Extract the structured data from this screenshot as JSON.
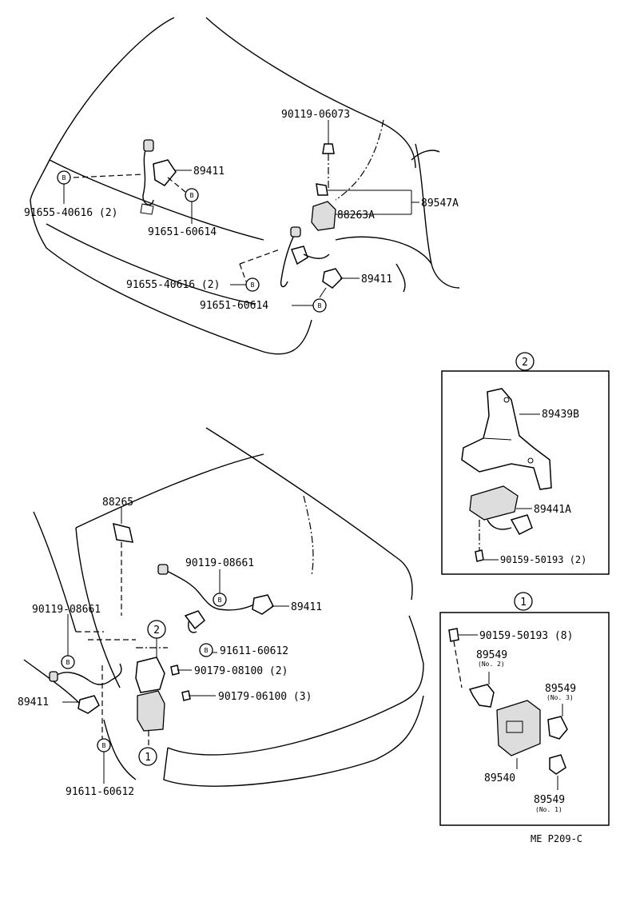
{
  "diagram": {
    "labels": {
      "top_90119_06073": "90119-06073",
      "top_89411_a": "89411",
      "top_89547A": "89547A",
      "top_88263A": "88263A",
      "top_91655_40616_left": "91655-40616 (2)",
      "top_91651_60614_a": "91651-60614",
      "top_91655_40616_mid": "91655-40616 (2)",
      "top_89411_b": "89411",
      "top_91651_60614_b": "91651-60614",
      "bot_88265": "88265",
      "bot_90119_08661_a": "90119-08661",
      "bot_89411_c": "89411",
      "bot_90119_08661_b": "90119-08661",
      "bot_91611_60612_a": "91611-60612",
      "bot_90179_08100": "90179-08100 (2)",
      "bot_90179_06100": "90179-06100 (3)",
      "bot_89411_d": "89411",
      "bot_91611_60612_b": "91611-60612",
      "box2_89439B": "89439B",
      "box2_89441A": "89441A",
      "box2_90159_50193": "90159-50193 (2)",
      "box1_90159_50193": "90159-50193 (8)",
      "box1_89549_no2": "89549",
      "box1_no2": "(No. 2)",
      "box1_89549_no3": "89549",
      "box1_no3": "(No. 3)",
      "box1_89540": "89540",
      "box1_89549_no1": "89549",
      "box1_no1": "(No. 1)",
      "page_code": "ME P209-C"
    },
    "callouts": {
      "ref_1": "1",
      "ref_2": "2",
      "clip": "B"
    }
  }
}
